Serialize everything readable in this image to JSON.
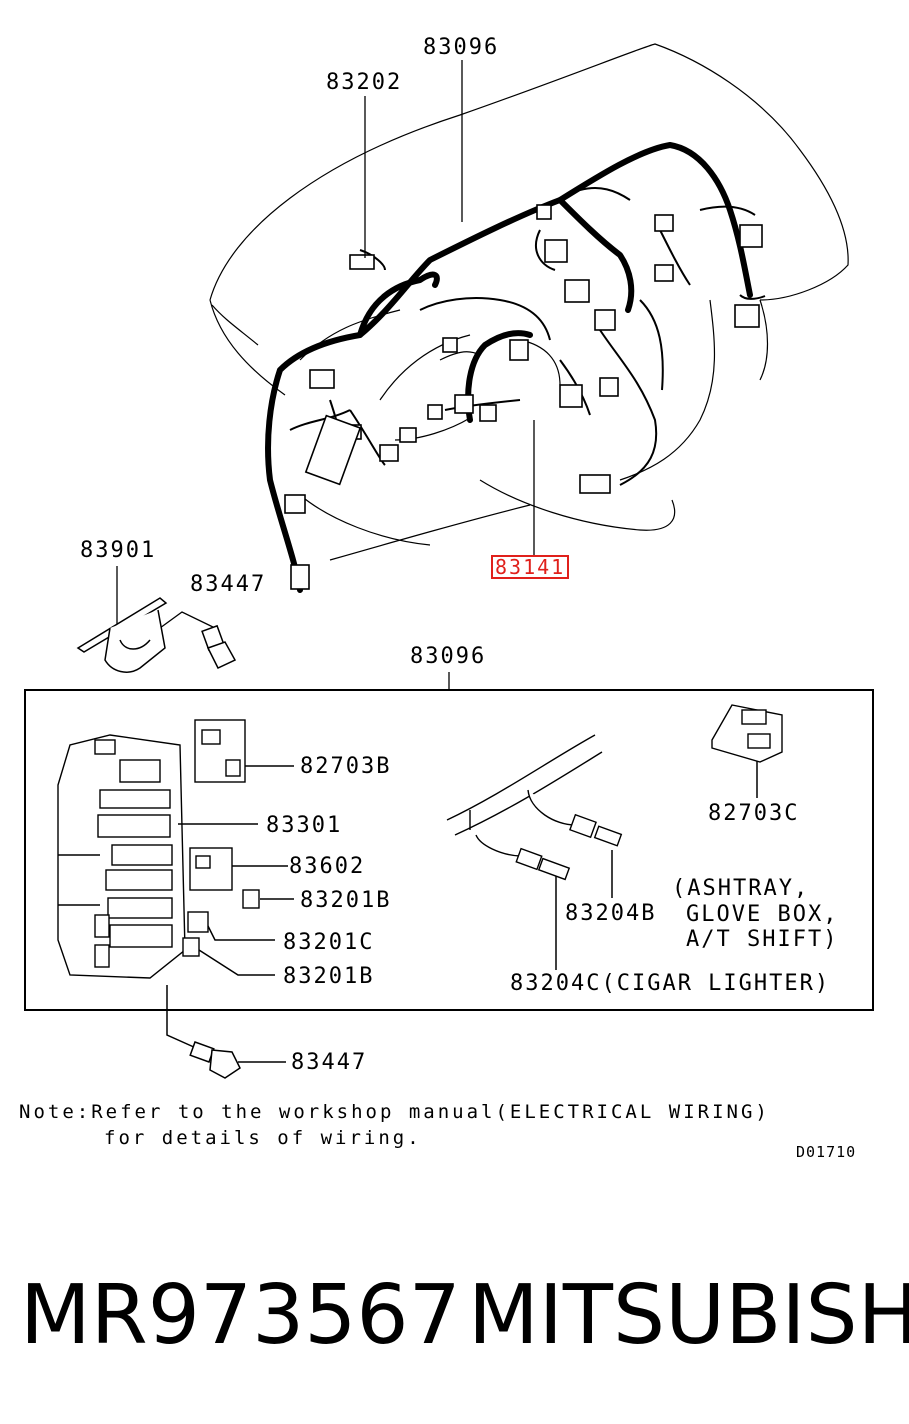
{
  "callouts": {
    "c_83096_top": "83096",
    "c_83202": "83202",
    "c_83141": "83141",
    "c_83901": "83901",
    "c_83447_top": "83447",
    "c_83096_box": "83096",
    "c_82703B": "82703B",
    "c_83301": "83301",
    "c_83602": "83602",
    "c_83201B_a": "83201B",
    "c_83201C": "83201C",
    "c_83201B_b": "83201B",
    "c_82703C": "82703C",
    "c_83204B": "83204B",
    "c_83204C": "83204C(CIGAR LIGHTER)",
    "c_ashtray_1": "(ASHTRAY,",
    "c_ashtray_2": "GLOVE BOX,",
    "c_ashtray_3": "A/T SHIFT)",
    "c_83447_bottom": "83447"
  },
  "note": {
    "line1": "Note:Refer to the workshop manual(ELECTRICAL WIRING)",
    "line2": "for details of wiring."
  },
  "diagram_code": "D01710",
  "footer": {
    "part_number": "MR973567",
    "brand": "MITSUBISHI"
  },
  "colors": {
    "highlight": "#e0201b",
    "ink": "#000000"
  }
}
